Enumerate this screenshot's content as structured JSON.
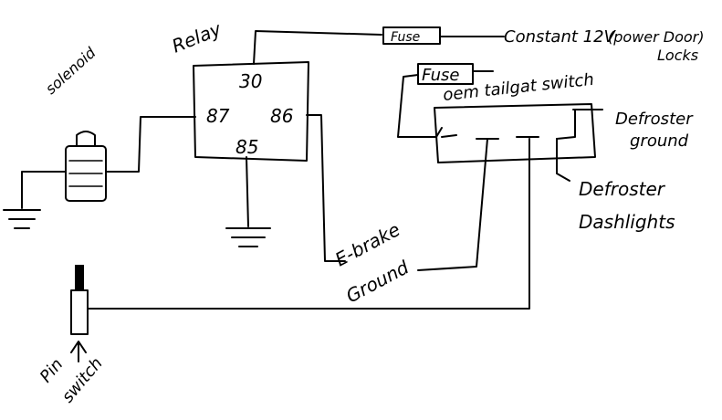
{
  "labels": {
    "relay": "Relay",
    "pin30": "30",
    "pin87": "87",
    "pin86": "86",
    "pin85": "85",
    "fuse_top": "Fuse",
    "fuse_mid": "Fuse",
    "constant_12v": "Constant 12V",
    "power_door_locks_1": "(power Door)",
    "power_door_locks_2": "Locks",
    "oem_tailgate_switch": "oem tailgat switch",
    "defroster_ground_1": "Defroster",
    "defroster_ground_2": "ground",
    "defroster_dash_1": "Defroster",
    "defroster_dash_2": "Dashlights",
    "solenoid": "solenoid",
    "ebrake_1": "E-brake",
    "ebrake_2": "Ground",
    "pin_switch_1": "Pin",
    "pin_switch_2": "switch"
  }
}
